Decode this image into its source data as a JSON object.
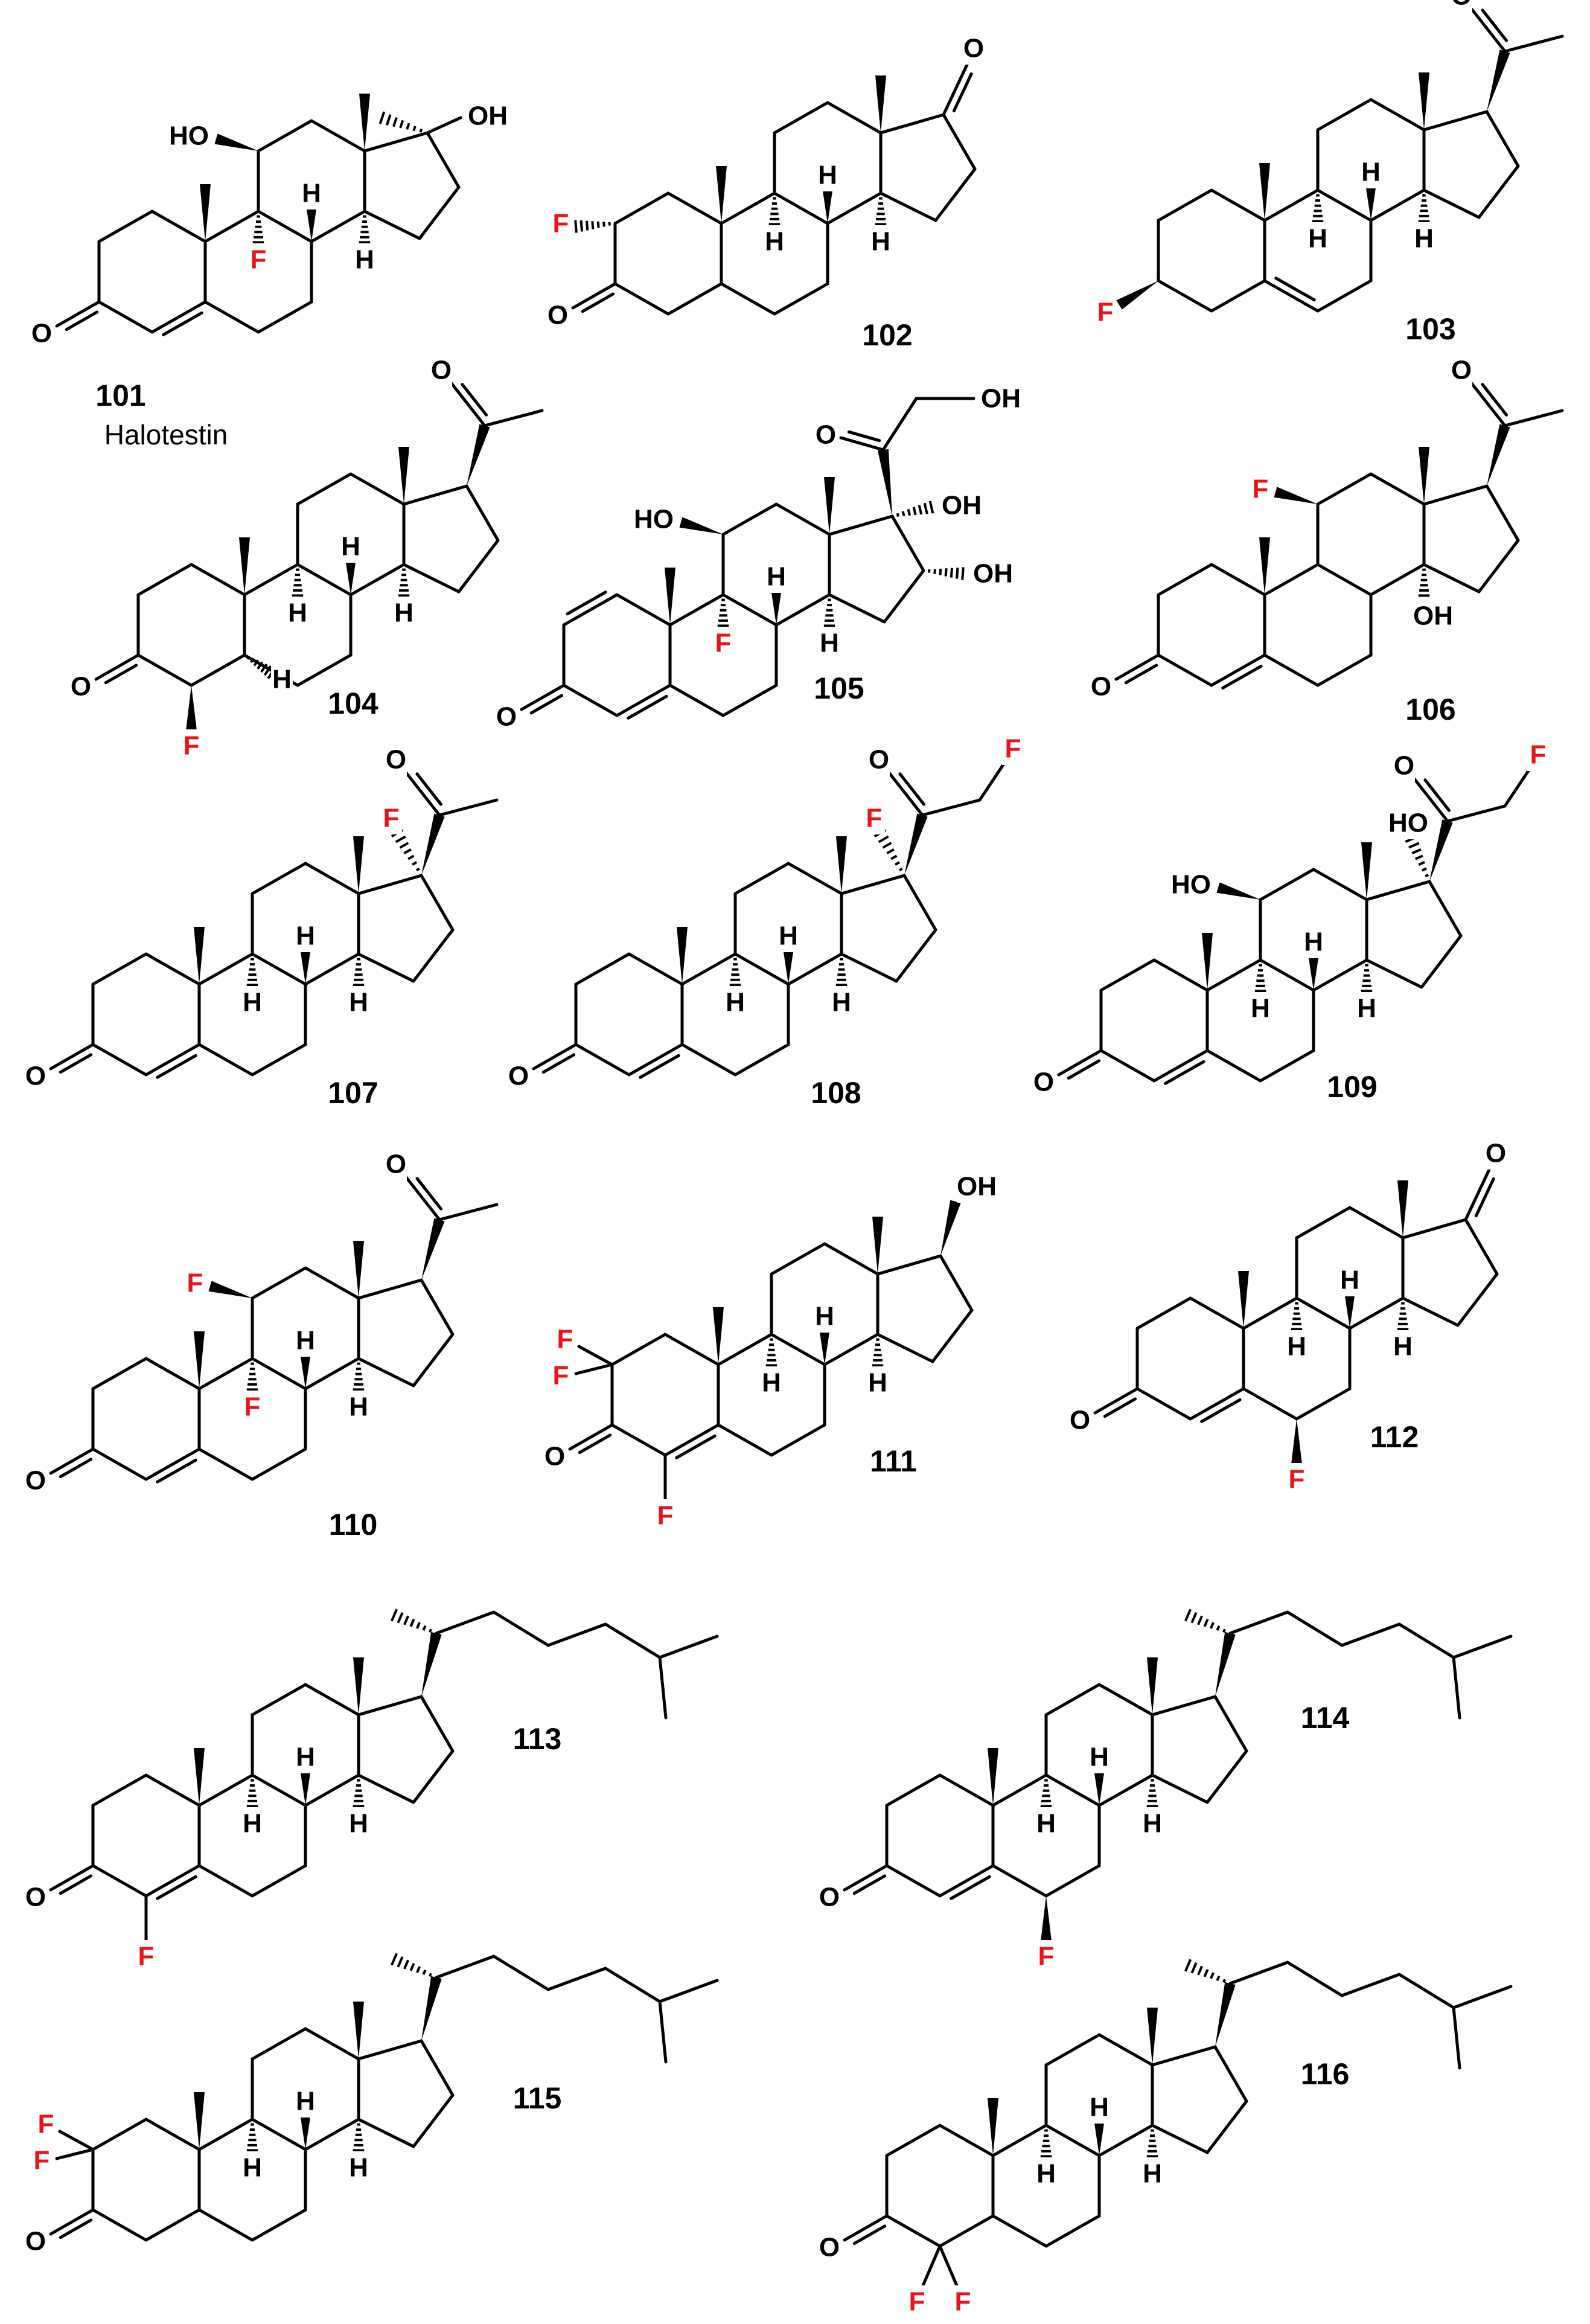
{
  "colors": {
    "bond": "#000000",
    "heteroatom_default": "#000000",
    "fluorine": "#e8141c"
  },
  "compounds": [
    {
      "id": "101",
      "name": "Halotestin"
    },
    {
      "id": "102"
    },
    {
      "id": "103"
    },
    {
      "id": "104"
    },
    {
      "id": "105"
    },
    {
      "id": "106"
    },
    {
      "id": "107"
    },
    {
      "id": "108"
    },
    {
      "id": "109"
    },
    {
      "id": "110"
    },
    {
      "id": "111"
    },
    {
      "id": "112"
    },
    {
      "id": "113"
    },
    {
      "id": "114"
    },
    {
      "id": "115"
    },
    {
      "id": "116"
    }
  ],
  "atom_labels": {
    "O": "O",
    "OH": "OH",
    "HO": "HO",
    "F": "F",
    "H": "H"
  }
}
